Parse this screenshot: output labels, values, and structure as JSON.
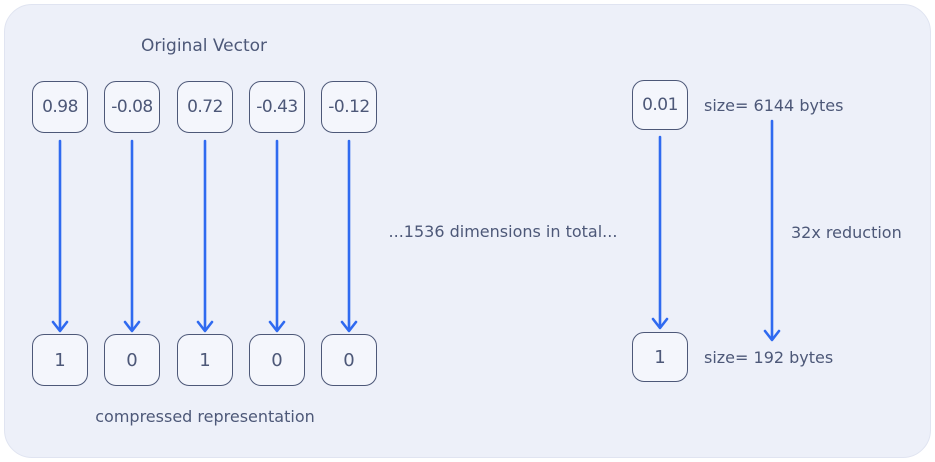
{
  "palette": {
    "card_bg": "#edf0f9",
    "card_border": "#e0e4f1",
    "box_bg": "#f4f6fc",
    "box_border": "#4d5878",
    "text": "#4d5878",
    "arrow": "#2f6af0"
  },
  "left_group": {
    "title": "Original Vector",
    "original_values": [
      "0.98",
      "-0.08",
      "0.72",
      "-0.43",
      "-0.12"
    ],
    "compressed_values": [
      "1",
      "0",
      "1",
      "0",
      "0"
    ],
    "caption": "compressed representation"
  },
  "middle": {
    "note": "...1536 dimensions in total..."
  },
  "right_group": {
    "original_value": "0.01",
    "original_size_label": "size= 6144 bytes",
    "compressed_value": "1",
    "compressed_size_label": "size= 192 bytes",
    "reduction_label": "32x reduction"
  }
}
